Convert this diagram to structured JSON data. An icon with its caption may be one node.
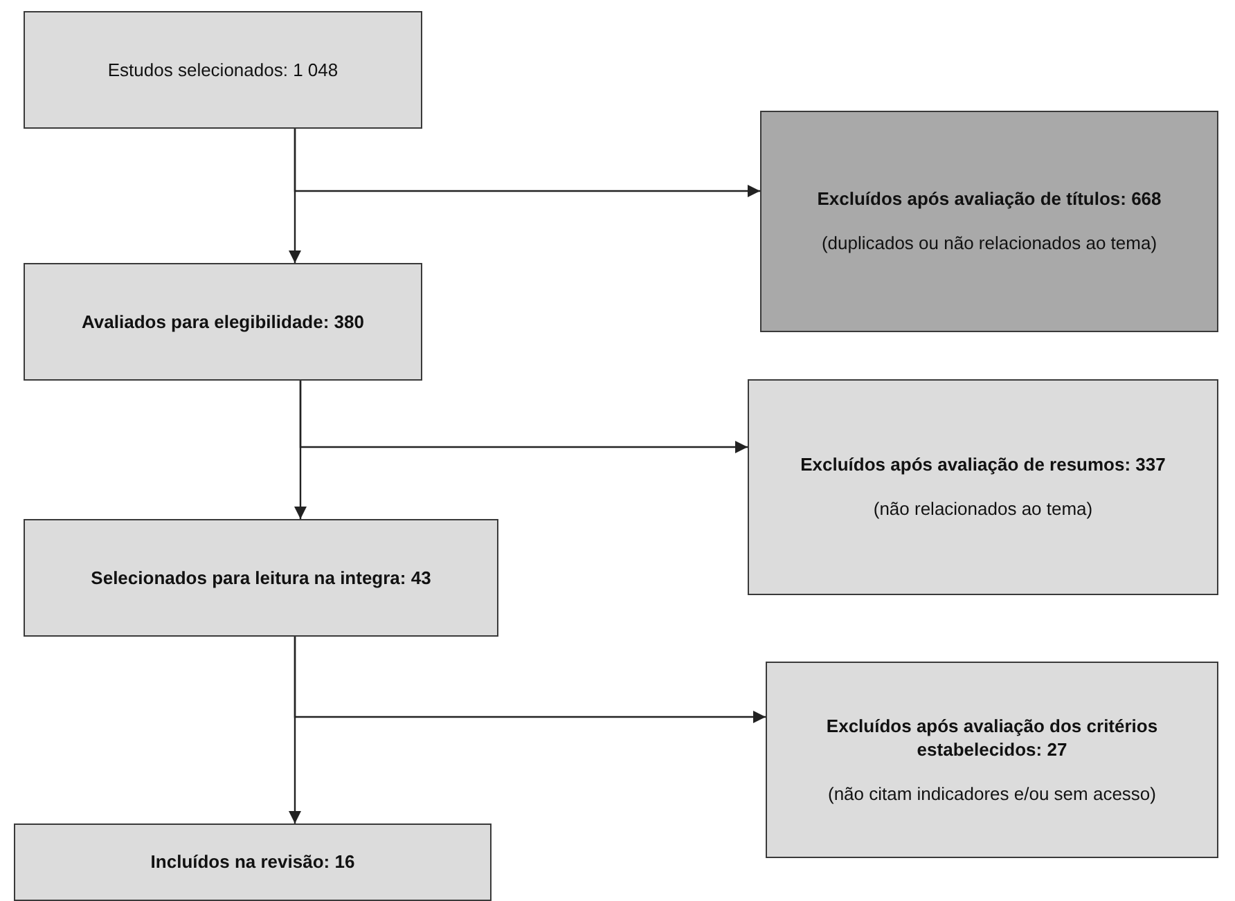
{
  "diagram": {
    "nodes": [
      {
        "text": [
          "Estudos selecionados: 1 048"
        ]
      },
      {
        "text": [
          "Excluídos após avaliação de títulos: 668",
          "(duplicados ou não relacionados ao tema)"
        ]
      },
      {
        "text": [
          "Avaliados para elegibilidade: 380"
        ]
      },
      {
        "text": [
          "Excluídos após avaliação de resumos: 337",
          "(não relacionados ao tema)"
        ]
      },
      {
        "text": [
          "Selecionados para leitura na integra: 43"
        ]
      },
      {
        "text": [
          "Excluídos após avaliação dos critérios estabelecidos: 27",
          "(não citam indicadores e/ou sem acesso)"
        ]
      },
      {
        "text": [
          "Incluídos na revisão: 16"
        ]
      }
    ],
    "edges": [
      {
        "from": 0,
        "to": 2,
        "arrow": "to"
      },
      {
        "from": 0,
        "to": 1,
        "arrow": "to"
      },
      {
        "from": 2,
        "to": 4,
        "arrow": "to"
      },
      {
        "from": 2,
        "to": 3,
        "arrow": "to"
      },
      {
        "from": 4,
        "to": 6,
        "arrow": "to"
      },
      {
        "from": 4,
        "to": 5,
        "arrow": "to"
      }
    ]
  }
}
